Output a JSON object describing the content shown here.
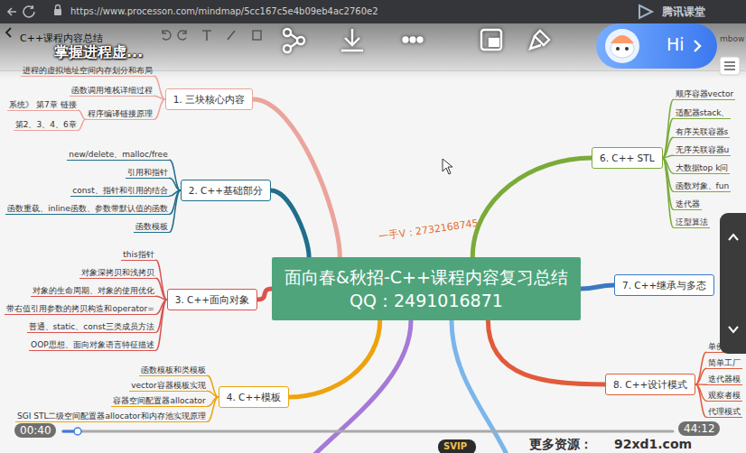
{
  "diagram": {
    "nodes": [
      {
        "text": [
          "面向春&秋招-C++课程内容复习总结",
          "QQ：2491016871"
        ]
      },
      {
        "text": [
          "1. 三块核心内容"
        ]
      },
      {
        "text": [
          "进程的虚拟地址空间内存划分和布局"
        ]
      },
      {
        "text": [
          "函数调用堆栈详细过程"
        ]
      },
      {
        "text": [
          "程序编译链接原理"
        ]
      },
      {
        "text": [
          "系统》 第7章 链接"
        ]
      },
      {
        "text": [
          "第2、3、4、6章"
        ]
      },
      {
        "text": [
          "2. C++基础部分"
        ]
      },
      {
        "text": [
          "new/delete、malloc/free"
        ]
      },
      {
        "text": [
          "引用和指针"
        ]
      },
      {
        "text": [
          "const、指针和引用的结合"
        ]
      },
      {
        "text": [
          "函数重载、inline函数、参数带默认值的函数"
        ]
      },
      {
        "text": [
          "函数模板"
        ]
      },
      {
        "text": [
          "3. C++面向对象"
        ]
      },
      {
        "text": [
          "this指针"
        ]
      },
      {
        "text": [
          "对象深拷贝和浅拷贝"
        ]
      },
      {
        "text": [
          "对象的生命周期、对象的使用优化"
        ]
      },
      {
        "text": [
          "带右值引用参数的拷贝构造和operator="
        ]
      },
      {
        "text": [
          "普通、static、const三类成员方法"
        ]
      },
      {
        "text": [
          "OOP思想、面向对象语言特征描述"
        ]
      },
      {
        "text": [
          "4. C++模板"
        ]
      },
      {
        "text": [
          "函数模板和类模板"
        ]
      },
      {
        "text": [
          "vector容器模板实现"
        ]
      },
      {
        "text": [
          "容器空间配置器allocator"
        ]
      },
      {
        "text": [
          "SGI STL二级空间配置器allocator和内存池实现原理"
        ]
      },
      {
        "text": [
          "6. C++ STL"
        ]
      },
      {
        "text": [
          "顺序容器vector"
        ]
      },
      {
        "text": [
          "适配器stack、"
        ]
      },
      {
        "text": [
          "有序关联容器s"
        ]
      },
      {
        "text": [
          "无序关联容器u"
        ]
      },
      {
        "text": [
          "大数据top k问"
        ]
      },
      {
        "text": [
          "函数对象、fun"
        ]
      },
      {
        "text": [
          "迭代器"
        ]
      },
      {
        "text": [
          "泛型算法"
        ]
      },
      {
        "text": [
          "7. C++继承与多态"
        ]
      },
      {
        "text": [
          "8. C++设计模式"
        ]
      },
      {
        "text": [
          "单例模式"
        ]
      },
      {
        "text": [
          "简单工厂"
        ]
      },
      {
        "text": [
          "迭代器模"
        ]
      },
      {
        "text": [
          "观察者模"
        ]
      },
      {
        "text": [
          "代理模式"
        ]
      }
    ],
    "edges": [
      {
        "from": 0,
        "to": 1,
        "arrow": "none"
      },
      {
        "from": 0,
        "to": 7,
        "arrow": "none"
      },
      {
        "from": 0,
        "to": 13,
        "arrow": "none"
      },
      {
        "from": 0,
        "to": 20,
        "arrow": "none"
      },
      {
        "from": 0,
        "to": 25,
        "arrow": "none"
      },
      {
        "from": 0,
        "to": 34,
        "arrow": "none"
      },
      {
        "from": 0,
        "to": 35,
        "arrow": "none"
      },
      {
        "from": 1,
        "to": 2,
        "arrow": "none"
      },
      {
        "from": 1,
        "to": 3,
        "arrow": "none"
      },
      {
        "from": 1,
        "to": 4,
        "arrow": "none"
      },
      {
        "from": 4,
        "to": 5,
        "arrow": "none"
      },
      {
        "from": 4,
        "to": 6,
        "arrow": "none"
      },
      {
        "from": 7,
        "to": 8,
        "arrow": "none"
      },
      {
        "from": 7,
        "to": 9,
        "arrow": "none"
      },
      {
        "from": 7,
        "to": 10,
        "arrow": "none"
      },
      {
        "from": 7,
        "to": 11,
        "arrow": "none"
      },
      {
        "from": 7,
        "to": 12,
        "arrow": "none"
      },
      {
        "from": 13,
        "to": 14,
        "arrow": "none"
      },
      {
        "from": 13,
        "to": 15,
        "arrow": "none"
      },
      {
        "from": 13,
        "to": 16,
        "arrow": "none"
      },
      {
        "from": 13,
        "to": 17,
        "arrow": "none"
      },
      {
        "from": 13,
        "to": 18,
        "arrow": "none"
      },
      {
        "from": 13,
        "to": 19,
        "arrow": "none"
      },
      {
        "from": 20,
        "to": 21,
        "arrow": "none"
      },
      {
        "from": 20,
        "to": 22,
        "arrow": "none"
      },
      {
        "from": 20,
        "to": 23,
        "arrow": "none"
      },
      {
        "from": 20,
        "to": 24,
        "arrow": "none"
      },
      {
        "from": 25,
        "to": 26,
        "arrow": "none"
      },
      {
        "from": 25,
        "to": 27,
        "arrow": "none"
      },
      {
        "from": 25,
        "to": 28,
        "arrow": "none"
      },
      {
        "from": 25,
        "to": 29,
        "arrow": "none"
      },
      {
        "from": 25,
        "to": 30,
        "arrow": "none"
      },
      {
        "from": 25,
        "to": 31,
        "arrow": "none"
      },
      {
        "from": 25,
        "to": 32,
        "arrow": "none"
      },
      {
        "from": 25,
        "to": 33,
        "arrow": "none"
      },
      {
        "from": 35,
        "to": 36,
        "arrow": "none"
      },
      {
        "from": 35,
        "to": 37,
        "arrow": "none"
      },
      {
        "from": 35,
        "to": 38,
        "arrow": "none"
      },
      {
        "from": 35,
        "to": 39,
        "arrow": "none"
      },
      {
        "from": 35,
        "to": 40,
        "arrow": "none"
      }
    ],
    "labels": [
      "https://www.processon.com/mindmap/5cc167c5e4b09eb4ac2760e2",
      "C++课程内容总结",
      "掌握进程虚...",
      "Hi",
      "腾讯课堂",
      "mbow",
      "一手V：2732168745",
      "00:40",
      "44:12",
      "SVIP",
      "更多资源：",
      "92xd1.com"
    ]
  }
}
